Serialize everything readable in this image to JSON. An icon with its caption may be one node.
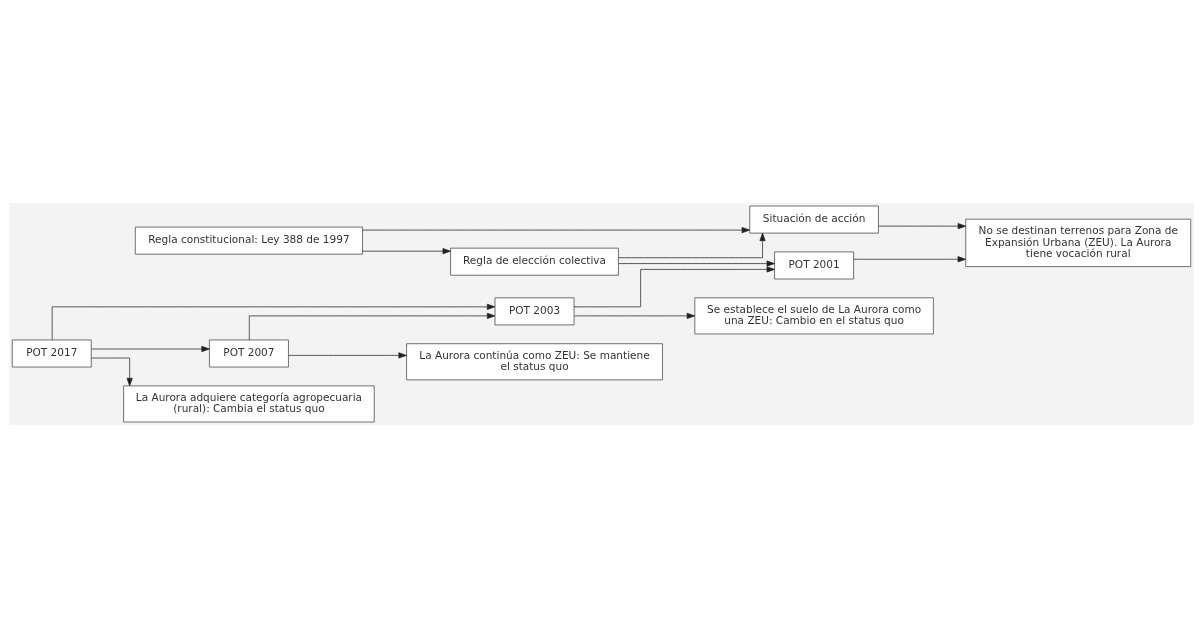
{
  "diagram": {
    "nodes": [
      {
        "text": [
          "Regla constitucional: Ley 388 de 1997"
        ]
      },
      {
        "text": [
          "Regla de elección colectiva"
        ]
      },
      {
        "text": [
          "Situación de acción"
        ]
      },
      {
        "text": [
          "POT 2001"
        ]
      },
      {
        "text": [
          "No se destinan terrenos para Zona de Expansión Urbana (ZEU). La Aurora tiene vocación rural"
        ]
      },
      {
        "text": [
          "POT 2003"
        ]
      },
      {
        "text": [
          "Se establece el suelo de La Aurora como una ZEU: Cambio en el status quo"
        ]
      },
      {
        "text": [
          "POT 2007"
        ]
      },
      {
        "text": [
          "La Aurora continúa como ZEU: Se mantiene el status quo"
        ]
      },
      {
        "text": [
          "POT 2017"
        ]
      },
      {
        "text": [
          "La Aurora adquiere categoría agropecuaria (rural): Cambia el status quo"
        ]
      }
    ],
    "edges": [
      {
        "from": 0,
        "to": 1,
        "arrow": "to"
      },
      {
        "from": 0,
        "to": 2,
        "arrow": "to"
      },
      {
        "from": 1,
        "to": 2,
        "arrow": "to"
      },
      {
        "from": 1,
        "to": 3,
        "arrow": "to"
      },
      {
        "from": 2,
        "to": 4,
        "arrow": "to"
      },
      {
        "from": 3,
        "to": 4,
        "arrow": "to"
      },
      {
        "from": 5,
        "to": 3,
        "arrow": "to"
      },
      {
        "from": 5,
        "to": 6,
        "arrow": "to"
      },
      {
        "from": 7,
        "to": 5,
        "arrow": "to"
      },
      {
        "from": 9,
        "to": 5,
        "arrow": "to"
      },
      {
        "from": 9,
        "to": 7,
        "arrow": "to"
      },
      {
        "from": 7,
        "to": 8,
        "arrow": "to"
      },
      {
        "from": 9,
        "to": 10,
        "arrow": "to"
      }
    ]
  }
}
